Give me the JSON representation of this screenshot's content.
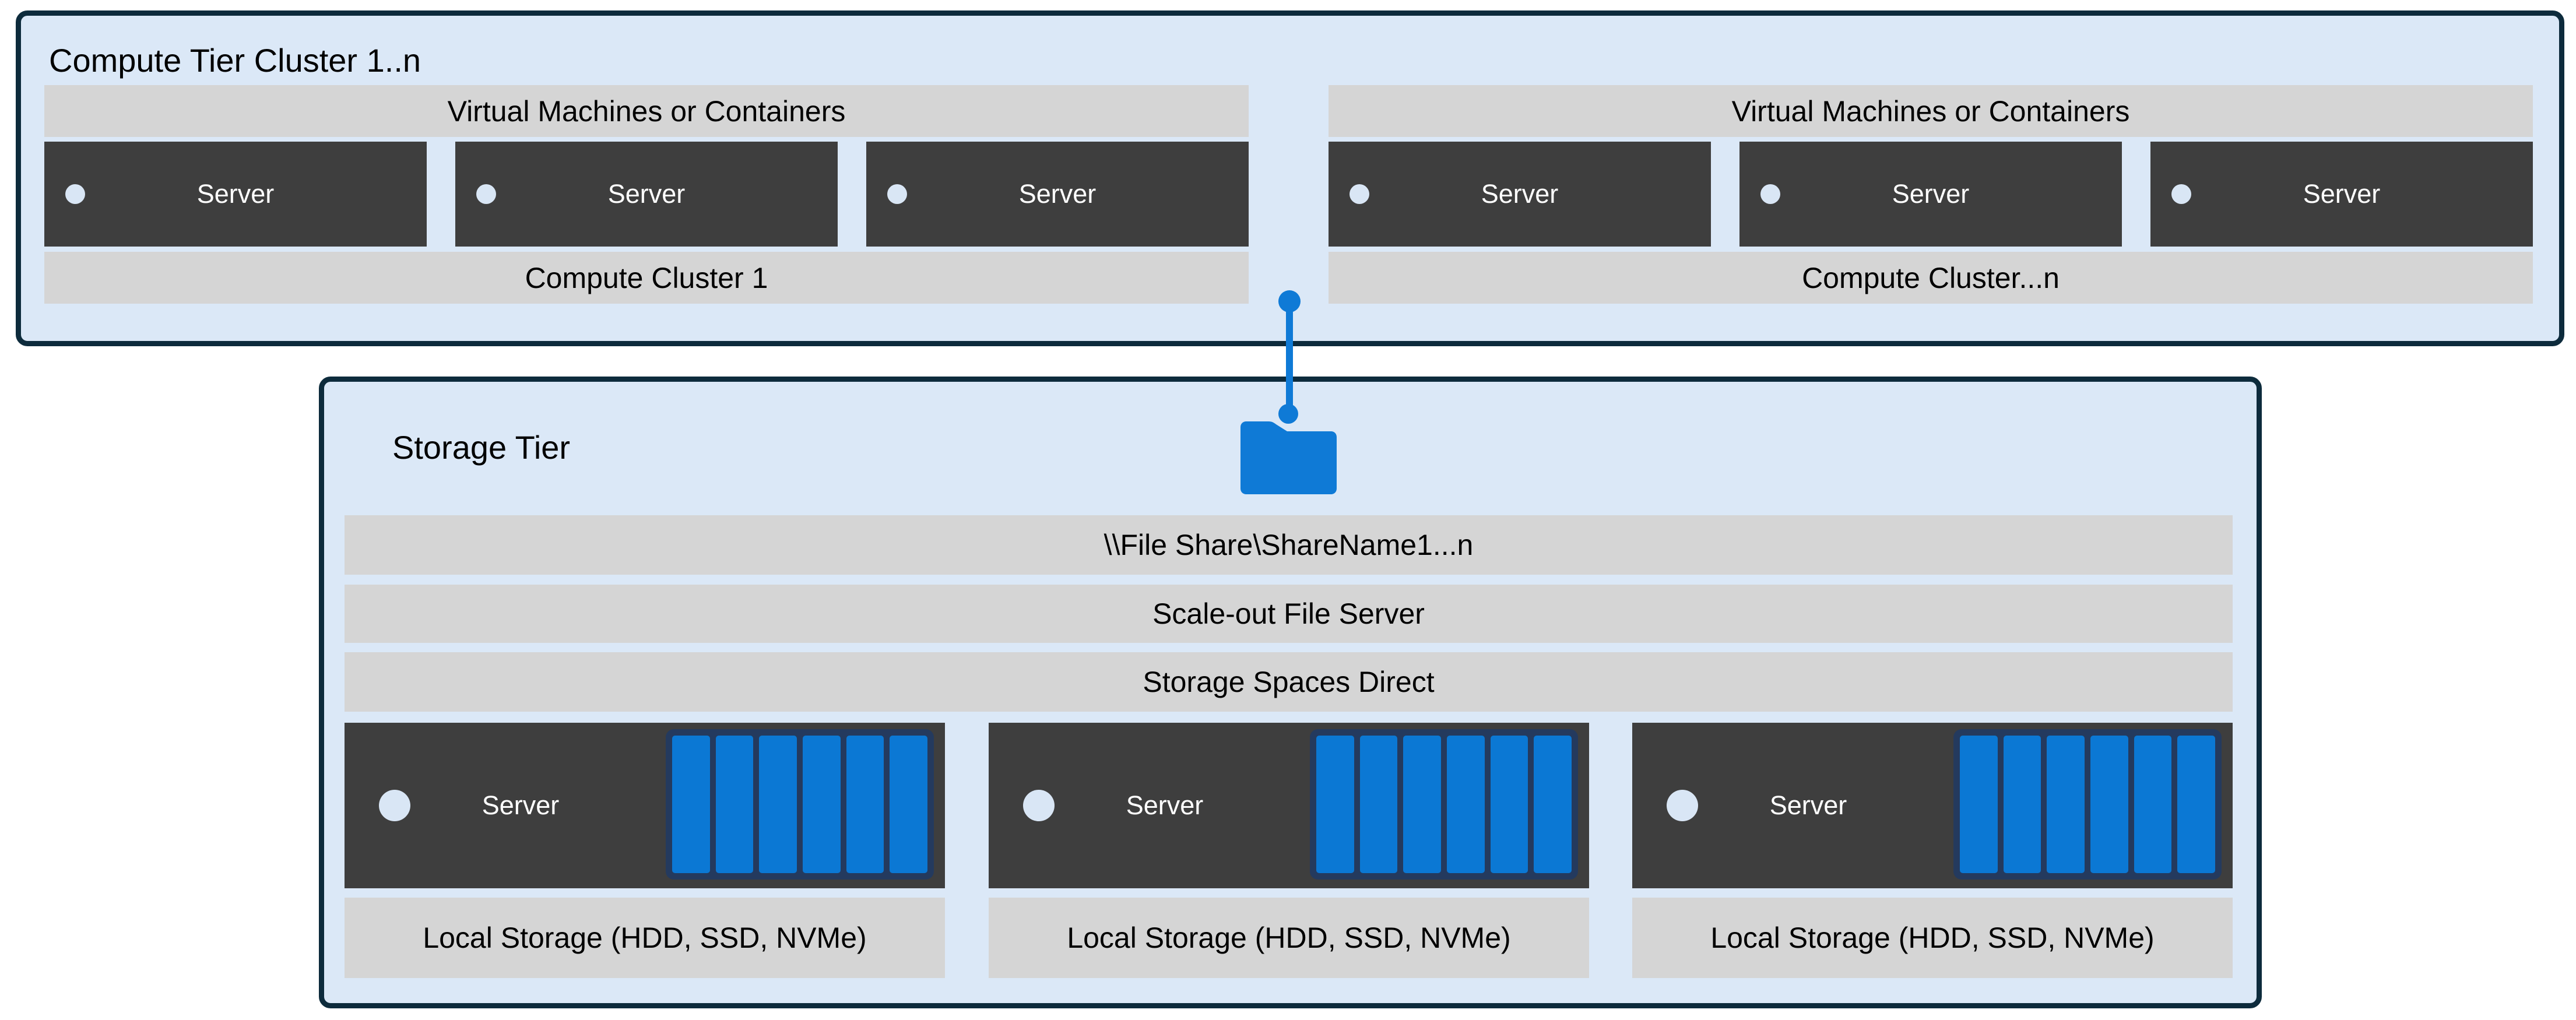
{
  "colors": {
    "tier_fill": "#dbe8f7",
    "tier_border": "#0d2b3c",
    "bar_gray": "#d5d5d5",
    "server_dark": "#3e3e3e",
    "accent_blue": "#0f7ad6",
    "disk_blue": "#0b78d4",
    "disk_frame_navy": "#243a5e",
    "led_light": "#d9e6f5"
  },
  "compute_tier": {
    "title": "Compute Tier Cluster 1..n",
    "clusters": [
      {
        "top_label": "Virtual Machines or Containers",
        "servers": [
          "Server",
          "Server",
          "Server"
        ],
        "bottom_label": "Compute Cluster 1"
      },
      {
        "top_label": "Virtual Machines or Containers",
        "servers": [
          "Server",
          "Server",
          "Server"
        ],
        "bottom_label": "Compute Cluster...n"
      }
    ]
  },
  "storage_tier": {
    "title": "Storage Tier",
    "share_path_label": "\\\\File Share\\ShareName1...n",
    "sofs_label": "Scale-out File Server",
    "s2d_label": "Storage Spaces Direct",
    "servers": [
      {
        "label": "Server",
        "disk_count": 6,
        "local_storage_label": "Local Storage (HDD, SSD, NVMe)"
      },
      {
        "label": "Server",
        "disk_count": 6,
        "local_storage_label": "Local Storage (HDD, SSD, NVMe)"
      },
      {
        "label": "Server",
        "disk_count": 6,
        "local_storage_label": "Local Storage (HDD, SSD, NVMe)"
      }
    ]
  }
}
